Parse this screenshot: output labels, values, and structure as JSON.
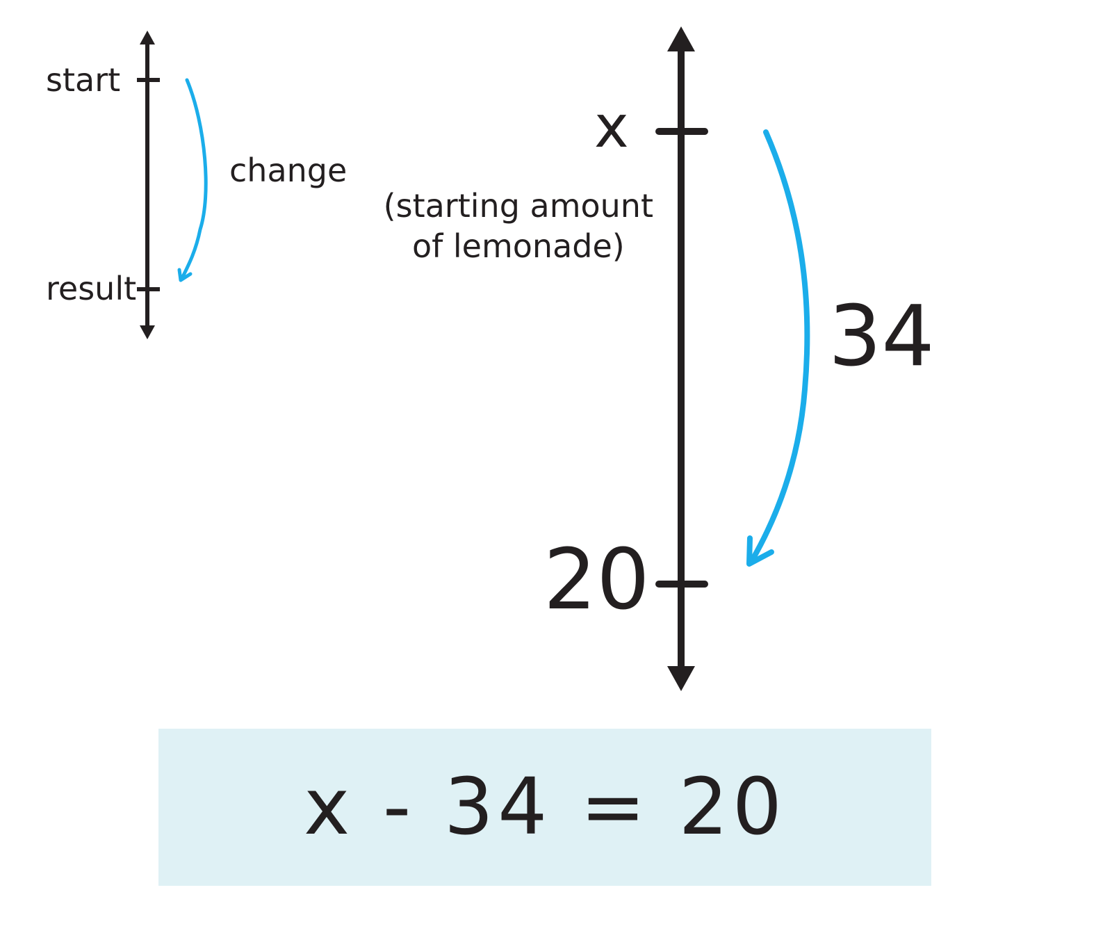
{
  "key": {
    "start_label": "start",
    "change_label": "change",
    "result_label": "result"
  },
  "main": {
    "start_label": "x",
    "start_description_line1": "(starting amount",
    "start_description_line2": "of lemonade)",
    "change_label": "34",
    "result_label": "20"
  },
  "equation": {
    "text": "x - 34 = 20"
  },
  "colors": {
    "line": "#231f20",
    "arrow": "#1badea",
    "equation_bg": "#dff1f5"
  }
}
